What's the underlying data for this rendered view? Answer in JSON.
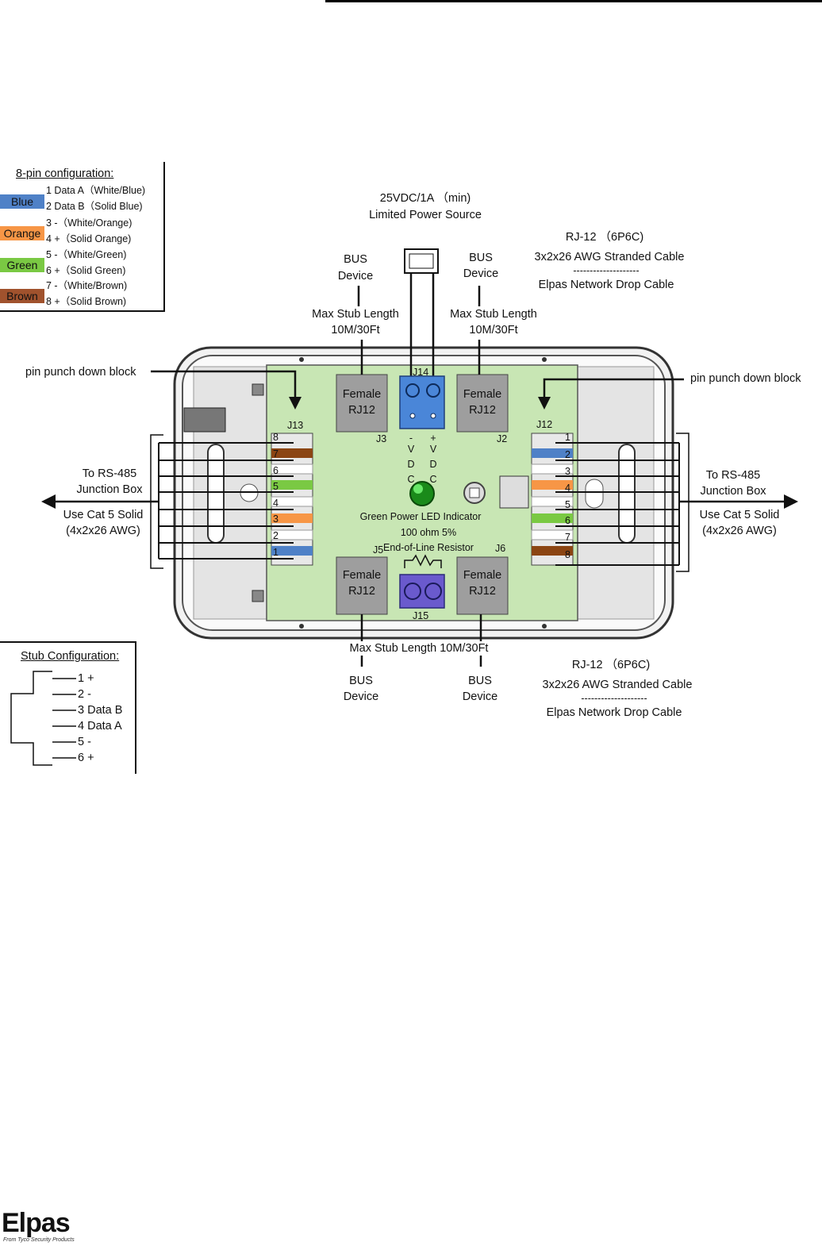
{
  "legend": {
    "title": "8-pin configuration:",
    "swatches": [
      {
        "label": "Blue",
        "color": "#4f81c7"
      },
      {
        "label": "Orange",
        "color": "#f79646"
      },
      {
        "label": "Green",
        "color": "#7ac943"
      },
      {
        "label": "Brown",
        "color": "#a0522d"
      }
    ],
    "pins": [
      "1 Data A（White/Blue)",
      "2 Data B（Solid Blue)",
      "3 -（White/Orange)",
      "4 +（Solid Orange)",
      "5 -（White/Green)",
      "6 +（Solid Green)",
      "7 -（White/Brown)",
      "8 +（Solid Brown)"
    ]
  },
  "power": {
    "line1": "25VDC/1A （min)",
    "line2": "Limited Power Source"
  },
  "top_left_bus": {
    "label1": "BUS",
    "label2": "Device",
    "stub1": "Max Stub Length",
    "stub2": "10M/30Ft"
  },
  "top_right_bus": {
    "label1": "BUS",
    "label2": "Device",
    "stub1": "Max Stub Length",
    "stub2": "10M/30Ft"
  },
  "cable_top": {
    "line1": "RJ-12 （6P6C)",
    "line2": "3x2x26 AWG Stranded Cable",
    "dashes": "--------------------",
    "line3": "Elpas Network Drop Cable"
  },
  "cable_bottom": {
    "line1": "RJ-12 （6P6C)",
    "line2": "3x2x26 AWG Stranded Cable",
    "dashes": "--------------------",
    "line3": "Elpas Network Drop Cable"
  },
  "punch_left": "pin punch down block",
  "punch_right": "pin punch down block",
  "left_side": {
    "line1": "To RS-485",
    "line2": "Junction Box",
    "line3": "Use Cat 5 Solid",
    "line4": "(4x2x26 AWG)"
  },
  "right_side": {
    "line1": "To RS-485",
    "line2": "Junction Box",
    "line3": "Use Cat 5 Solid",
    "line4": "(4x2x26 AWG)"
  },
  "board": {
    "j13": "J13",
    "j12": "J12",
    "j14": "J14",
    "j15": "J15",
    "j3": "J3",
    "j2": "J2",
    "j5": "J5",
    "j6": "J6",
    "female": "Female",
    "rj12": "RJ12",
    "vdc_minus": [
      "-",
      "V",
      "D",
      "C"
    ],
    "vdc_plus": [
      "+",
      "V",
      "D",
      "C"
    ],
    "led_label": "Green Power LED Indicator",
    "resistor1": "100 ohm 5%",
    "resistor2": "End-of-Line Resistor",
    "left_pins": [
      "8",
      "7",
      "6",
      "5",
      "4",
      "3",
      "2",
      "1"
    ],
    "right_pins": [
      "1",
      "2",
      "3",
      "4",
      "5",
      "6",
      "7",
      "8"
    ]
  },
  "bottom_stub": "Max Stub Length 10M/30Ft",
  "bottom_left_bus": {
    "label1": "BUS",
    "label2": "Device"
  },
  "bottom_right_bus": {
    "label1": "BUS",
    "label2": "Device"
  },
  "stub_config": {
    "title": "Stub Configuration:",
    "pins": [
      "1  +",
      "2  -",
      "3  Data B",
      "4  Data A",
      "5  -",
      "6  +"
    ]
  },
  "brand": {
    "name": "Elpas",
    "tagline": "From Tyco Security Products"
  }
}
